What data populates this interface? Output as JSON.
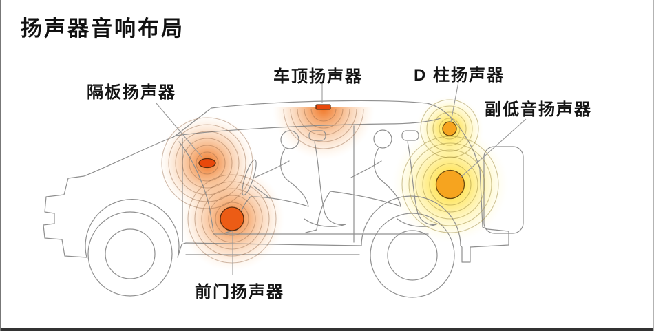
{
  "title": "扬声器音响布局",
  "labels": {
    "partition": "隔板扬声器",
    "roof": "车顶扬声器",
    "dpillar": "D 柱扬声器",
    "subwoofer": "副低音扬声器",
    "front_door": "前门扬声器"
  },
  "colors": {
    "speaker_hot": "#e8480b",
    "speaker_door": "#ec5c15",
    "speaker_amber": "#f6a41f",
    "car_line": "#8f8f8f",
    "leader_line": "#9a9a9a",
    "footer_bar": "#333333",
    "glow_orange": "#f07818",
    "glow_yellow": "#ffd916"
  }
}
